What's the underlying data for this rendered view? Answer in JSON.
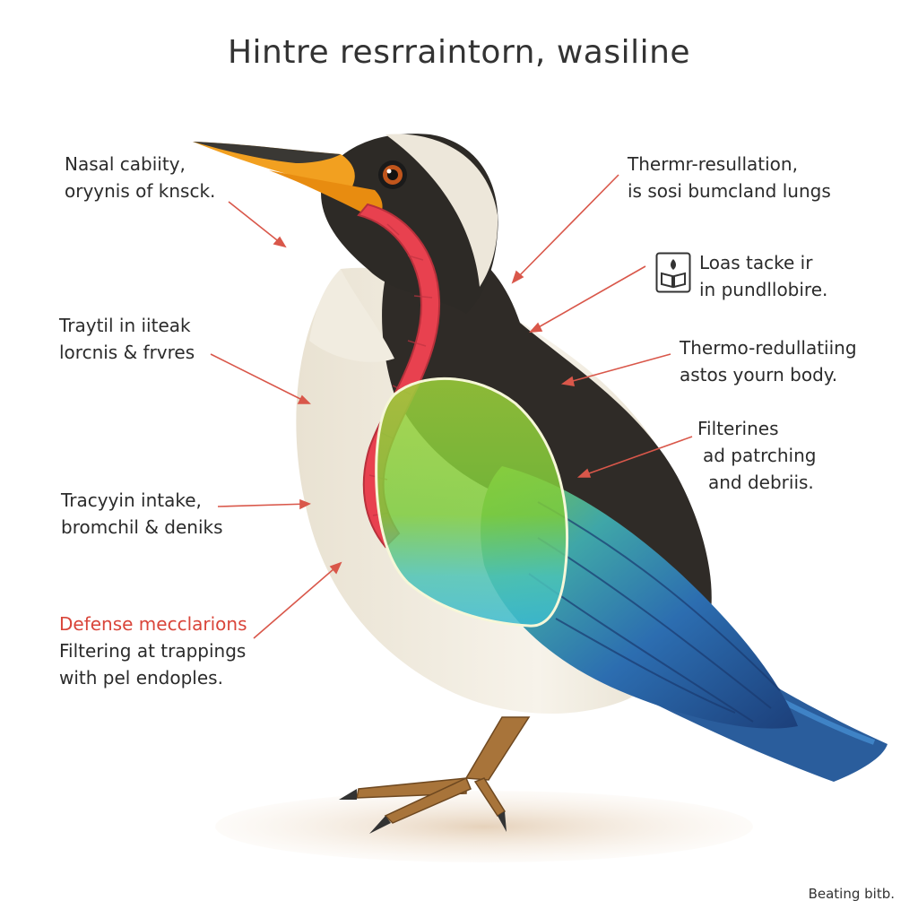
{
  "title": "Hintre resrraintorn, wasiline",
  "labels": [
    {
      "id": "nasal",
      "lines": [
        "Nasal cabiity,",
        "oryynis of knsck."
      ]
    },
    {
      "id": "thermo-top",
      "lines": [
        "Thermr-resullation,",
        "is sosi bumcland lungs"
      ]
    },
    {
      "id": "loas",
      "lines": [
        "Loas tacke ir",
        "in pundllobire."
      ]
    },
    {
      "id": "traytil",
      "lines": [
        "Traytil in iiteak",
        "lorcnis & frvres"
      ]
    },
    {
      "id": "thermo-mid",
      "lines": [
        "Thermo-redullatiing",
        "astos yourn body."
      ]
    },
    {
      "id": "filterines",
      "lines": [
        "Filterines",
        "ad patrching",
        "and debriis."
      ]
    },
    {
      "id": "tracyyin",
      "lines": [
        "Tracyyin intake,",
        "bromchil & deniks"
      ]
    },
    {
      "id": "defense",
      "heading": "Defense mecclarions",
      "lines": [
        "Filtering at trappings",
        "with pel endoples."
      ]
    }
  ],
  "footer": "Beating bitb.",
  "icons": {
    "book": "book-icon"
  },
  "colors": {
    "arrow": "#d9574a",
    "accent_text": "#d9453a",
    "beak": "#f2a020",
    "airway": "#e8414f",
    "lung_green": "#8fcb2e",
    "lung_teal": "#45c3c8",
    "wing_blue": "#2f6fb0",
    "head_dark": "#2d2a26",
    "body_cream": "#f3efe4",
    "legs": "#a8743a"
  }
}
